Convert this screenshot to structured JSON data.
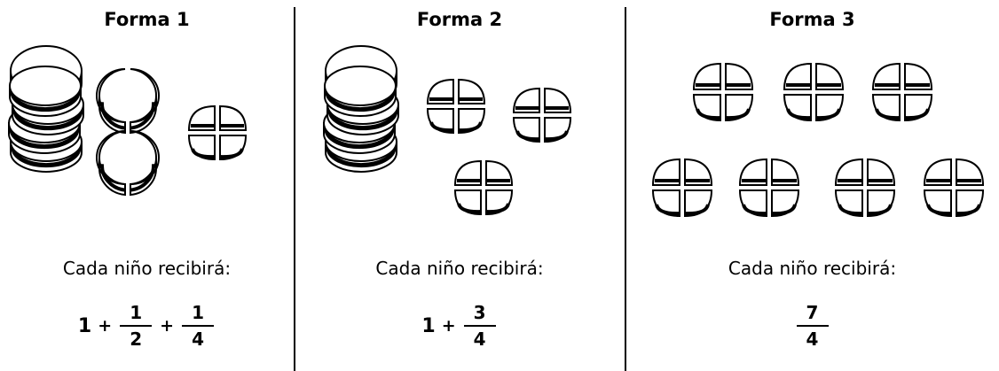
{
  "forma1": {
    "title": "Forma 1",
    "caption": "Cada niño recibirá:",
    "whole": "1",
    "plus1": "+",
    "frac1": {
      "num": "1",
      "den": "2"
    },
    "plus2": "+",
    "frac2": {
      "num": "1",
      "den": "4"
    }
  },
  "forma2": {
    "title": "Forma 2",
    "caption": "Cada niño recibirá:",
    "whole": "1",
    "plus": "+",
    "frac": {
      "num": "3",
      "den": "4"
    }
  },
  "forma3": {
    "title": "Forma 3",
    "caption": "Cada niño recibirá:",
    "frac": {
      "num": "7",
      "den": "4"
    }
  }
}
